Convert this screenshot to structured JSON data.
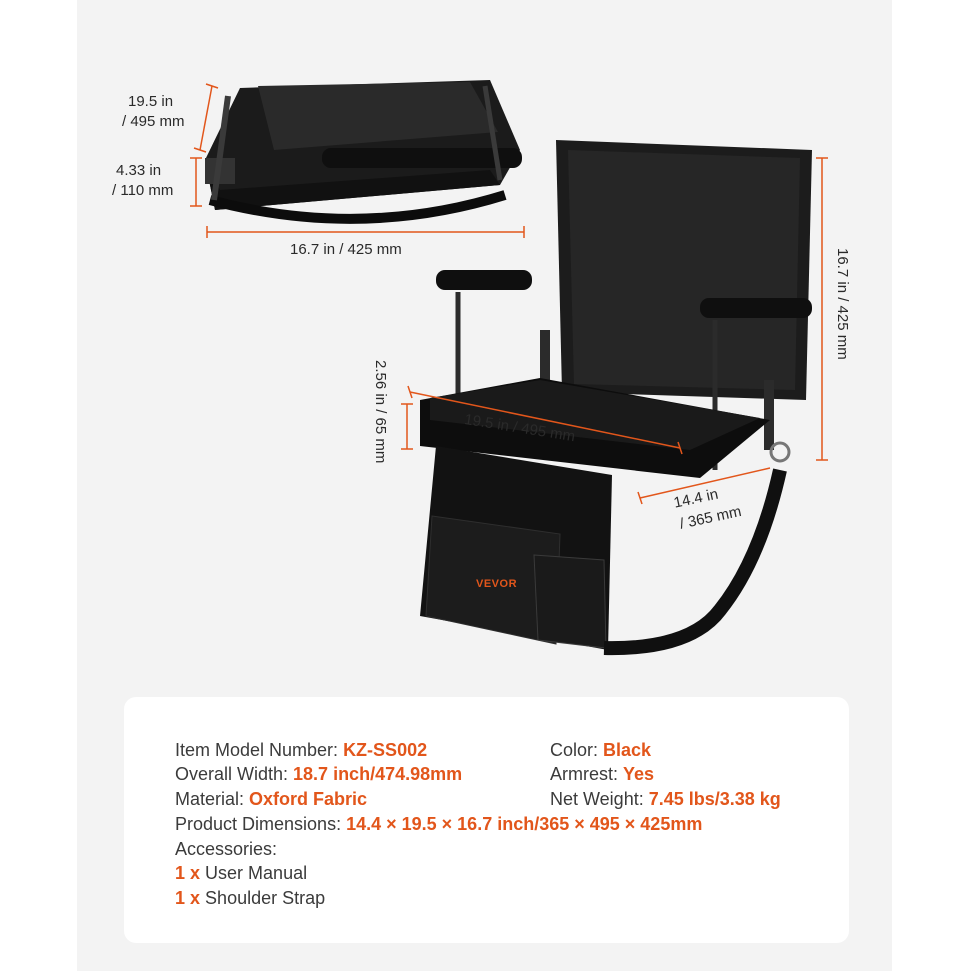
{
  "colors": {
    "accent": "#e2561b",
    "dimension_line": "#e2561b",
    "text": "#3b3b3b"
  },
  "figure": {
    "brand_logo": "VEVOR",
    "folded": {
      "depth_in": "19.5 in",
      "depth_mm": "/ 495 mm",
      "height_in": "4.33 in",
      "height_mm": "/ 110 mm",
      "width": "16.7 in / 425 mm"
    },
    "open": {
      "back_height": "16.7 in / 425 mm",
      "cushion_thickness": "2.56 in / 65 mm",
      "seat_width": "19.5 in / 495 mm",
      "seat_depth_in": "14.4 in",
      "seat_depth_mm": "/ 365 mm"
    }
  },
  "specs": {
    "model": {
      "label": "Item Model Number: ",
      "value": "KZ-SS002"
    },
    "width": {
      "label": "Overall Width: ",
      "value": "18.7 inch/474.98mm"
    },
    "material": {
      "label": "Material: ",
      "value": "Oxford Fabric"
    },
    "dimensions": {
      "label": "Product Dimensions: ",
      "value": "14.4 × 19.5 × 16.7 inch/365 × 495 × 425mm"
    },
    "color": {
      "label": "Color: ",
      "value": "Black"
    },
    "armrest": {
      "label": "Armrest: ",
      "value": "Yes"
    },
    "weight": {
      "label": "Net Weight: ",
      "value": "7.45 lbs/3.38 kg"
    },
    "accessories_label": "Accessories:",
    "accessories": [
      {
        "qty": "1 x",
        "name": "User Manual"
      },
      {
        "qty": "1 x",
        "name": "Shoulder Strap"
      }
    ]
  }
}
